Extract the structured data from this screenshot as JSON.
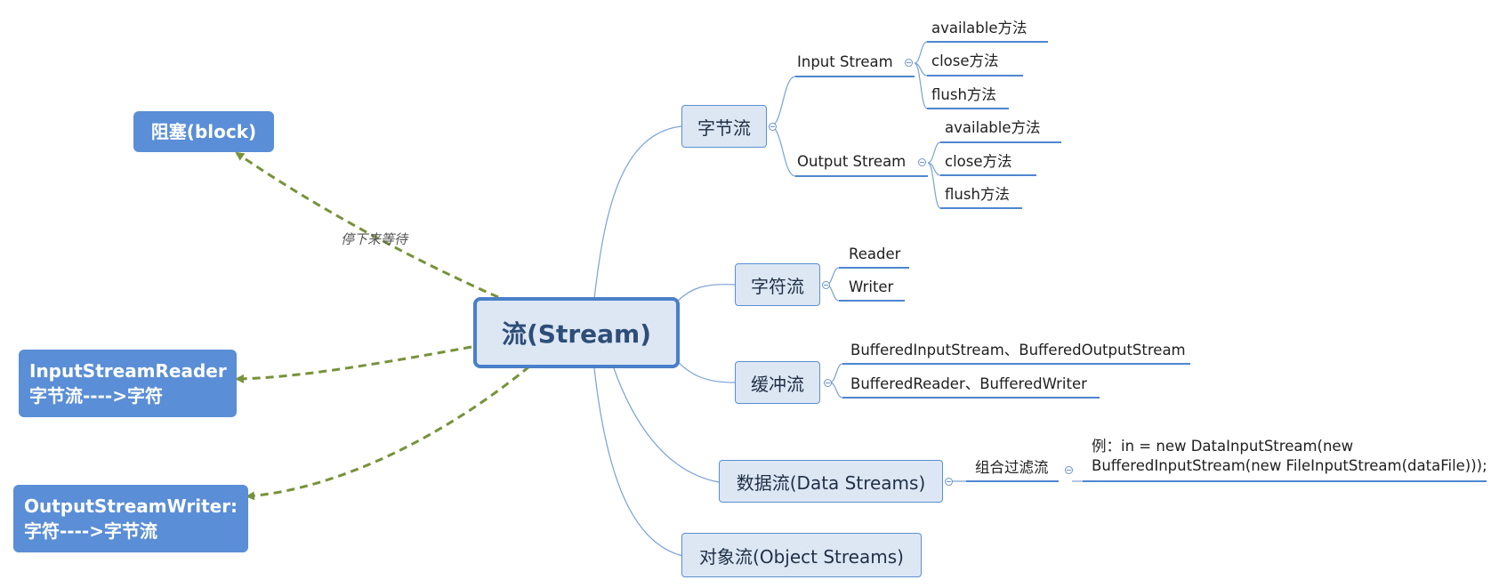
{
  "central": "流(Stream)",
  "branches": {
    "byte_stream": {
      "label": "字节流",
      "input": {
        "label": "Input Stream",
        "items": [
          "available方法",
          "close方法",
          "flush方法"
        ]
      },
      "output": {
        "label": "Output Stream",
        "items": [
          "available方法",
          "close方法",
          "flush方法"
        ]
      }
    },
    "char_stream": {
      "label": "字符流",
      "items": [
        "Reader",
        "Writer"
      ]
    },
    "buffered": {
      "label": "缓冲流",
      "items": [
        "BufferedInputStream、BufferedOutputStream",
        "BufferedReader、BufferedWriter"
      ]
    },
    "data_stream": {
      "label": "数据流(Data Streams)",
      "filter": {
        "label": "组合过滤流",
        "example_line1": "例：in = new DataInputStream(new",
        "example_line2": "BufferedInputStream(new FileInputStream(dataFile)));"
      }
    },
    "object_stream": {
      "label": "对象流(Object Streams)"
    }
  },
  "floating": {
    "block": {
      "label": "阻塞(block)",
      "relation": "停下来等待"
    },
    "isr": {
      "line1": "InputStreamReader",
      "line2": "字节流---->字符"
    },
    "osw": {
      "line1": "OutputStreamWriter:",
      "line2": "字符---->字节流"
    }
  },
  "colors": {
    "topic_fill": "#dde7f4",
    "topic_border": "#5b8fd0",
    "float_fill": "#5a8ed6",
    "connector": "#7aa2d4",
    "relation": "#77923a"
  }
}
